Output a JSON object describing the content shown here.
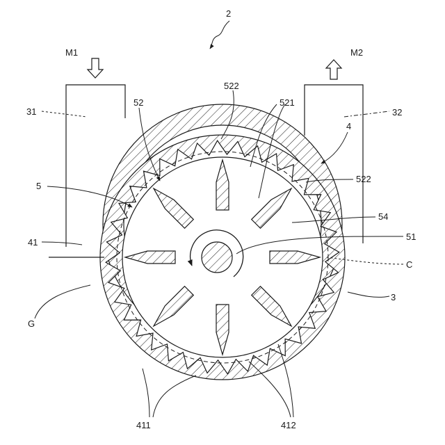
{
  "figure": {
    "title": "2",
    "labels": {
      "m1": "M1",
      "m2": "M2",
      "l31": "31",
      "l32": "32",
      "l52": "52",
      "l522_top": "522",
      "l521": "521",
      "l4": "4",
      "l522_right": "522",
      "l5": "5",
      "l54": "54",
      "l41": "41",
      "l51": "51",
      "lC": "C",
      "l3": "3",
      "lG": "G",
      "l411": "411",
      "l412": "412"
    },
    "stator_teeth": 36,
    "rotor_vanes": 8
  },
  "colors": {
    "ink": "#1a1a1a",
    "paper": "#ffffff"
  }
}
